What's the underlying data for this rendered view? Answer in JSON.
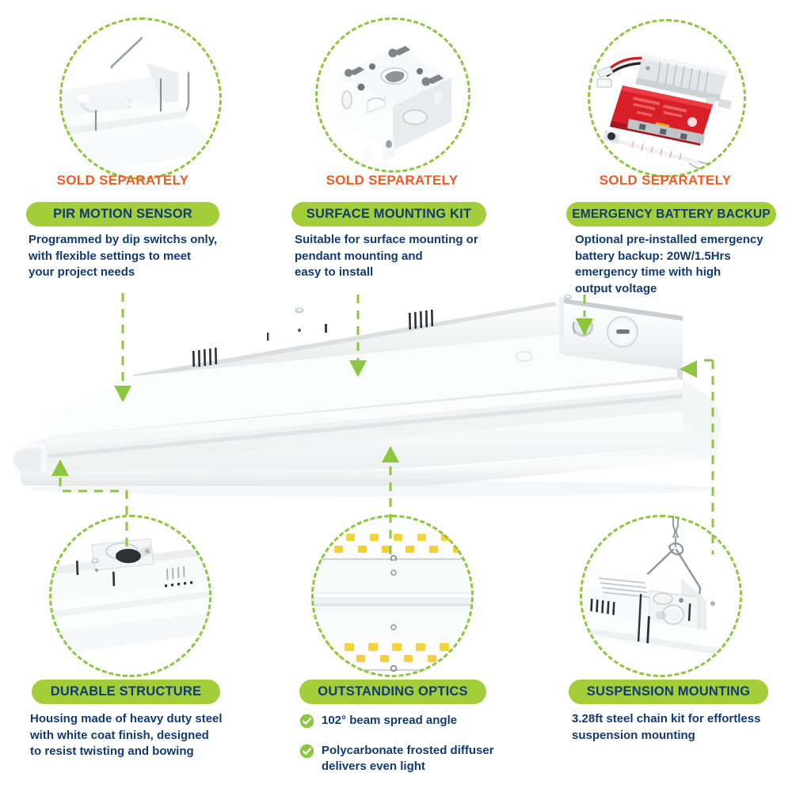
{
  "meta": {
    "product": "LED Linear High Bay Light",
    "accent_green": "#8DC63F",
    "pill_green": "#A4CE39",
    "navy": "#123A75",
    "orange": "#F15A22",
    "background": "#FFFFFF"
  },
  "features": [
    {
      "id": "pir-motion-sensor",
      "badge": "SOLD SEPARATELY",
      "title": "PIR MOTION SENSOR",
      "description": "Programmed by dip switchs only,\nwith flexible settings to meet\nyour project needs",
      "image": "pir-motion-sensor-photo"
    },
    {
      "id": "surface-mounting-kit",
      "badge": "SOLD SEPARATELY",
      "title": "SURFACE MOUNTING KIT",
      "description": "Suitable for surface mounting or\npendant mounting and\neasy to install",
      "image": "surface-mounting-kit-photo"
    },
    {
      "id": "emergency-battery-backup",
      "badge": "SOLD SEPARATELY",
      "title": "EMERGENCY BATTERY BACKUP",
      "description": "Optional pre-installed emergency\nbattery backup: 20W/1.5Hrs\nemergency time with high\noutput voltage",
      "image": "emergency-battery-backup-photo"
    },
    {
      "id": "durable-structure",
      "badge": "",
      "title": "DURABLE STRUCTURE",
      "description": "Housing made of heavy duty steel\nwith white coat finish, designed\nto resist twisting and bowing",
      "image": "durable-structure-photo"
    },
    {
      "id": "outstanding-optics",
      "badge": "",
      "title": "OUTSTANDING OPTICS",
      "description": "",
      "bullets": [
        "102° beam spread angle",
        "Polycarbonate frosted diffuser\ndelivers even light"
      ],
      "image": "outstanding-optics-photo"
    },
    {
      "id": "suspension-mounting",
      "badge": "",
      "title": "SUSPENSION MOUNTING",
      "description": "3.28ft steel chain kit for effortless\nsuspension mounting",
      "image": "suspension-mounting-photo"
    }
  ],
  "hero": {
    "name": "led-linear-high-bay-fixture",
    "alt": "White LED linear high bay light fixture shown at an angle with frosted diffuser, vented housing and end junction box"
  }
}
